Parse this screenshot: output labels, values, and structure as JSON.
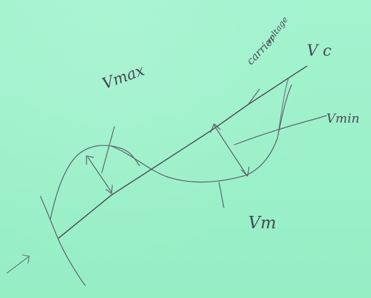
{
  "labels": {
    "vmax": "Vmax",
    "carrier_line1": "carrier",
    "carrier_line2": "voltage",
    "vc": "V c",
    "vmin": "Vmin",
    "vm": "Vm"
  },
  "colors": {
    "background": "#9ff2cc",
    "ink": "#4a4e57"
  }
}
